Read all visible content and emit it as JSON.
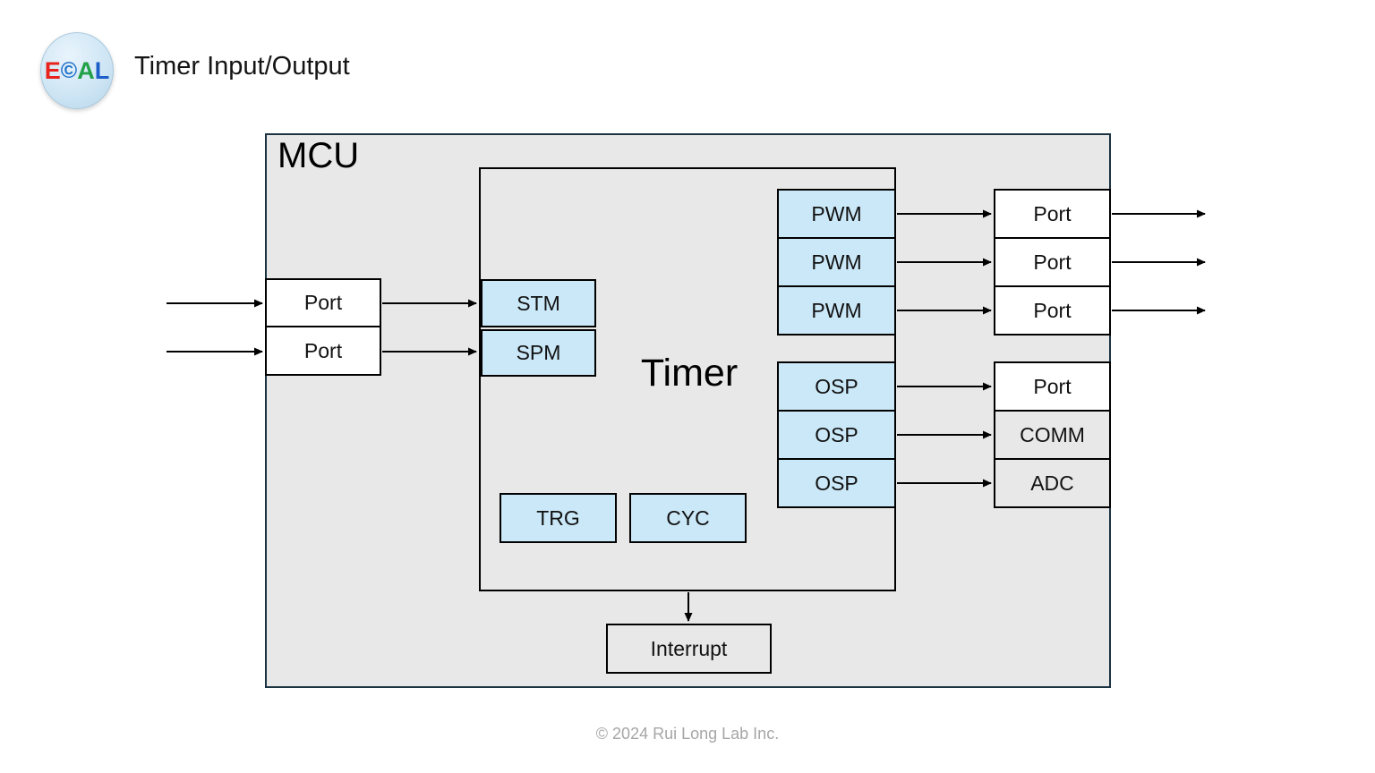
{
  "header": {
    "title": "Timer Input/Output",
    "logo": {
      "letters": {
        "0": "E",
        "1": "©",
        "2": "A",
        "3": "L"
      },
      "colors": {
        "e": "#e8231d",
        "c": "#1e6fc8",
        "a": "#22a148",
        "l": "#1e5ec8"
      }
    }
  },
  "diagram": {
    "mcu_label": "MCU",
    "timer_label": "Timer",
    "input_ports": {
      "0": "Port",
      "1": "Port"
    },
    "input_modules": {
      "stm": "STM",
      "spm": "SPM"
    },
    "pwm_modules": {
      "0": "PWM",
      "1": "PWM",
      "2": "PWM"
    },
    "osp_modules": {
      "0": "OSP",
      "1": "OSP",
      "2": "OSP"
    },
    "pwm_output_ports": {
      "0": "Port",
      "1": "Port",
      "2": "Port"
    },
    "osp_outputs": {
      "port": "Port",
      "comm": "COMM",
      "adc": "ADC"
    },
    "bottom_modules": {
      "trg": "TRG",
      "cyc": "CYC"
    },
    "interrupt_label": "Interrupt"
  },
  "palette": {
    "module_fill": "#cbe8f8",
    "mcu_fill": "#e8e8e8",
    "mcu_border": "#1c3341",
    "box_border": "#000000",
    "footer_text": "#a6a6a6"
  },
  "footer": {
    "copyright": "© 2024 Rui Long Lab Inc."
  }
}
